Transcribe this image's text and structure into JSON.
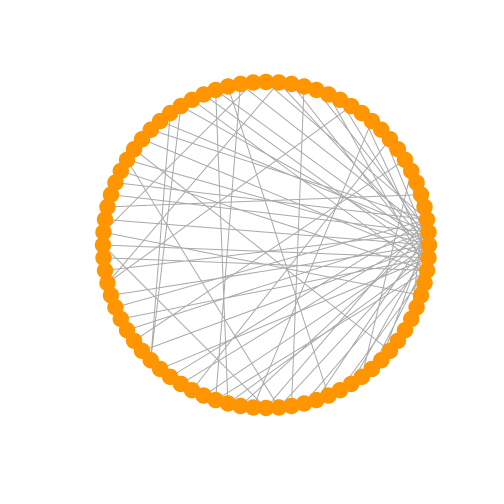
{
  "diagram": {
    "type": "circular-network",
    "node_count": 80,
    "node_color": "#ff9500",
    "edge_color": "#a9a9a9",
    "background_color": "#ffffff",
    "hub_nodes": [
      0,
      1,
      79,
      2,
      78
    ],
    "edges": [
      [
        0,
        5
      ],
      [
        0,
        10
      ],
      [
        0,
        14
      ],
      [
        0,
        19
      ],
      [
        0,
        24
      ],
      [
        0,
        27
      ],
      [
        0,
        33
      ],
      [
        0,
        38
      ],
      [
        0,
        44
      ],
      [
        0,
        49
      ],
      [
        0,
        55
      ],
      [
        0,
        61
      ],
      [
        0,
        67
      ],
      [
        0,
        73
      ],
      [
        1,
        8
      ],
      [
        1,
        16
      ],
      [
        1,
        22
      ],
      [
        1,
        29
      ],
      [
        1,
        36
      ],
      [
        1,
        42
      ],
      [
        1,
        47
      ],
      [
        1,
        53
      ],
      [
        1,
        58
      ],
      [
        1,
        64
      ],
      [
        1,
        70
      ],
      [
        79,
        12
      ],
      [
        79,
        18
      ],
      [
        79,
        25
      ],
      [
        79,
        31
      ],
      [
        79,
        40
      ],
      [
        79,
        46
      ],
      [
        79,
        51
      ],
      [
        79,
        57
      ],
      [
        79,
        63
      ],
      [
        79,
        69
      ],
      [
        2,
        20
      ],
      [
        2,
        30
      ],
      [
        2,
        35
      ],
      [
        2,
        45
      ],
      [
        2,
        52
      ],
      [
        2,
        60
      ],
      [
        78,
        15
      ],
      [
        78,
        26
      ],
      [
        78,
        34
      ],
      [
        78,
        41
      ],
      [
        78,
        56
      ],
      [
        78,
        66
      ],
      [
        4,
        37
      ],
      [
        7,
        48
      ],
      [
        9,
        54
      ],
      [
        11,
        59
      ],
      [
        13,
        43
      ],
      [
        17,
        62
      ],
      [
        21,
        39
      ],
      [
        23,
        65
      ],
      [
        28,
        50
      ],
      [
        32,
        71
      ],
      [
        6,
        68
      ],
      [
        3,
        74
      ],
      [
        76,
        39
      ],
      [
        27,
        50
      ],
      [
        40,
        60
      ],
      [
        22,
        56
      ],
      [
        24,
        57
      ],
      [
        33,
        61
      ],
      [
        19,
        43
      ]
    ]
  }
}
